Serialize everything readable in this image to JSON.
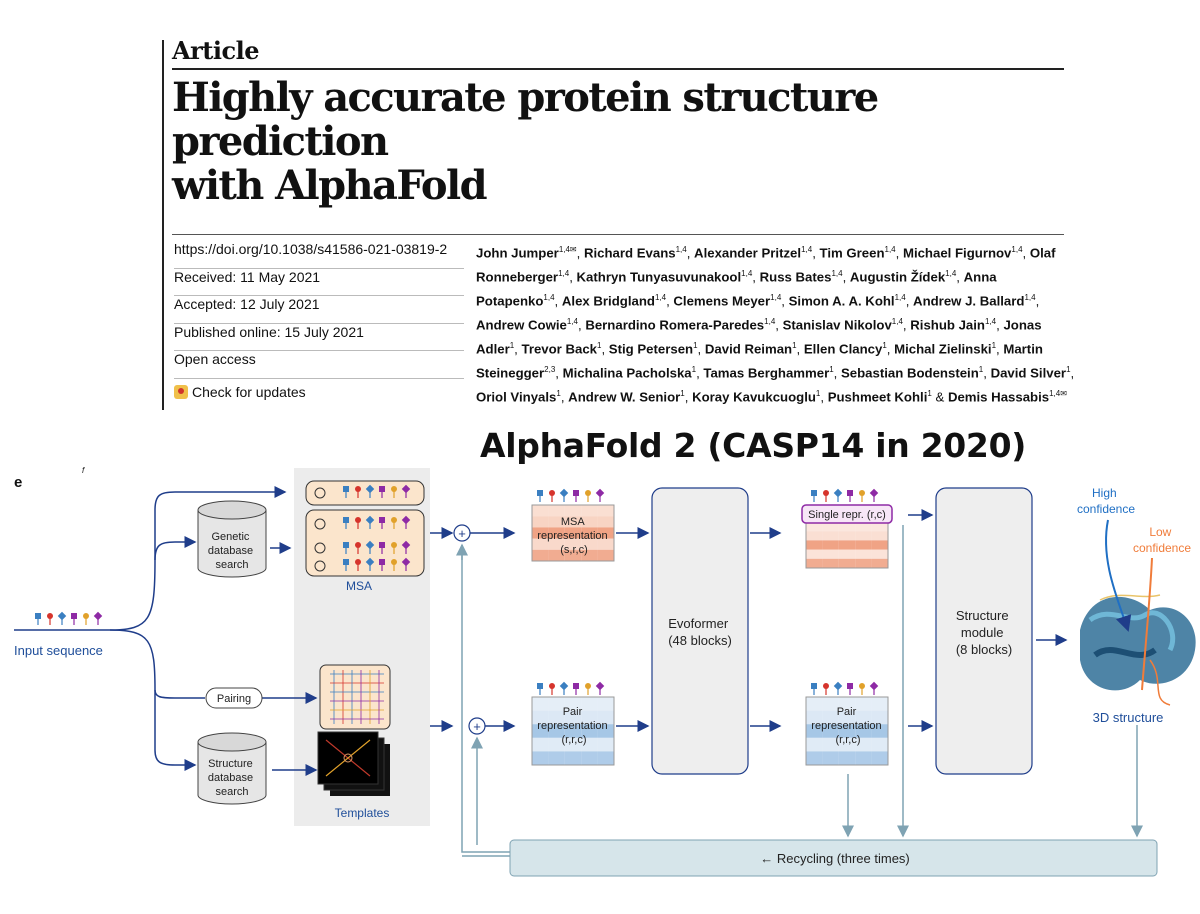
{
  "article": {
    "section_label": "Article",
    "title_line1": "Highly accurate protein structure prediction",
    "title_line2": "with AlphaFold",
    "doi": "https://doi.org/10.1038/s41586-021-03819-2",
    "received": "Received: 11 May 2021",
    "accepted": "Accepted: 12 July 2021",
    "published": "Published online: 15 July 2021",
    "access": "Open access",
    "check_updates": "Check for updates",
    "authors": [
      {
        "name": "John Jumper",
        "aff": "1,4✉"
      },
      {
        "name": "Richard Evans",
        "aff": "1,4"
      },
      {
        "name": "Alexander Pritzel",
        "aff": "1,4"
      },
      {
        "name": "Tim Green",
        "aff": "1,4"
      },
      {
        "name": "Michael Figurnov",
        "aff": "1,4"
      },
      {
        "name": "Olaf Ronneberger",
        "aff": "1,4"
      },
      {
        "name": "Kathryn Tunyasuvunakool",
        "aff": "1,4"
      },
      {
        "name": "Russ Bates",
        "aff": "1,4"
      },
      {
        "name": "Augustin Žídek",
        "aff": "1,4"
      },
      {
        "name": "Anna Potapenko",
        "aff": "1,4"
      },
      {
        "name": "Alex Bridgland",
        "aff": "1,4"
      },
      {
        "name": "Clemens Meyer",
        "aff": "1,4"
      },
      {
        "name": "Simon A. A. Kohl",
        "aff": "1,4"
      },
      {
        "name": "Andrew J. Ballard",
        "aff": "1,4"
      },
      {
        "name": "Andrew Cowie",
        "aff": "1,4"
      },
      {
        "name": "Bernardino Romera-Paredes",
        "aff": "1,4"
      },
      {
        "name": "Stanislav Nikolov",
        "aff": "1,4"
      },
      {
        "name": "Rishub Jain",
        "aff": "1,4"
      },
      {
        "name": "Jonas Adler",
        "aff": "1"
      },
      {
        "name": "Trevor Back",
        "aff": "1"
      },
      {
        "name": "Stig Petersen",
        "aff": "1"
      },
      {
        "name": "David Reiman",
        "aff": "1"
      },
      {
        "name": "Ellen Clancy",
        "aff": "1"
      },
      {
        "name": "Michal Zielinski",
        "aff": "1"
      },
      {
        "name": "Martin Steinegger",
        "aff": "2,3"
      },
      {
        "name": "Michalina Pacholska",
        "aff": "1"
      },
      {
        "name": "Tamas Berghammer",
        "aff": "1"
      },
      {
        "name": "Sebastian Bodenstein",
        "aff": "1"
      },
      {
        "name": "David Silver",
        "aff": "1"
      },
      {
        "name": "Oriol Vinyals",
        "aff": "1"
      },
      {
        "name": "Andrew W. Senior",
        "aff": "1"
      },
      {
        "name": "Koray Kavukcuoglu",
        "aff": "1"
      },
      {
        "name": "Pushmeet Kohli",
        "aff": "1"
      },
      {
        "name": "Demis Hassabis",
        "aff": "1,4✉"
      }
    ]
  },
  "figure": {
    "heading": "AlphaFold 2 (CASP14 in 2020)",
    "panel_label": "e",
    "panel_label_small": "f",
    "input_sequence": "Input sequence",
    "genetic_db": [
      "Genetic",
      "database",
      "search"
    ],
    "structure_db": [
      "Structure",
      "database",
      "search"
    ],
    "pairing": "Pairing",
    "msa_label": "MSA",
    "templates_label": "Templates",
    "msa_repr": [
      "MSA",
      "representation",
      "(s,r,c)"
    ],
    "pair_repr_in": [
      "Pair",
      "representation",
      "(r,r,c)"
    ],
    "evoformer": [
      "Evoformer",
      "(48 blocks)"
    ],
    "single_repr": "Single repr. (r,c)",
    "pair_repr_out": [
      "Pair",
      "representation",
      "(r,r,c)"
    ],
    "structure_module": [
      "Structure",
      "module",
      "(8 blocks)"
    ],
    "high_confidence": [
      "High",
      "confidence"
    ],
    "low_confidence": [
      "Low",
      "confidence"
    ],
    "structure_3d": "3D structure",
    "recycling": "← Recycling (three times)",
    "plus_symbol": "+"
  },
  "colors": {
    "arrow": "#1f3d8a",
    "recycle": "#7fa3b3",
    "recycle_box": "#d6e5ea",
    "msa_panel": "#ececec",
    "msa_cell": "#f2b79a",
    "pair_cell": "#a9c8e6",
    "label_blue": "#1f4e9a",
    "low_conf": "#f07c3a",
    "high_conf": "#1f6fc4"
  }
}
